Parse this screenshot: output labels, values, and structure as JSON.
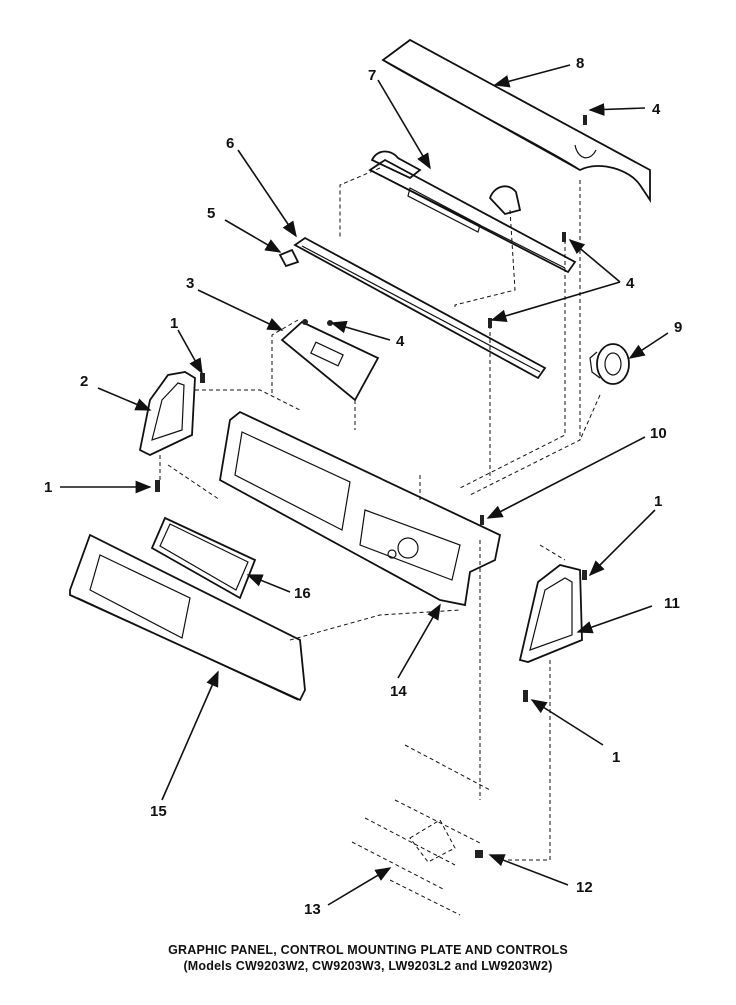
{
  "title": "GRAPHIC PANEL, CONTROL MOUNTING PLATE AND CONTROLS",
  "subtitle": "(Models CW9203W2, CW9203W3, LW9203L2 and LW9203W2)",
  "callouts": [
    {
      "id": "c8",
      "label": "8"
    },
    {
      "id": "c7",
      "label": "7"
    },
    {
      "id": "c4a",
      "label": "4"
    },
    {
      "id": "c6",
      "label": "6"
    },
    {
      "id": "c5",
      "label": "5"
    },
    {
      "id": "c4b",
      "label": "4"
    },
    {
      "id": "c3",
      "label": "3"
    },
    {
      "id": "c4c",
      "label": "4"
    },
    {
      "id": "c9",
      "label": "9"
    },
    {
      "id": "c1a",
      "label": "1"
    },
    {
      "id": "c2",
      "label": "2"
    },
    {
      "id": "c10",
      "label": "10"
    },
    {
      "id": "c1b",
      "label": "1"
    },
    {
      "id": "c1c",
      "label": "1"
    },
    {
      "id": "c11",
      "label": "11"
    },
    {
      "id": "c16",
      "label": "16"
    },
    {
      "id": "c14",
      "label": "14"
    },
    {
      "id": "c1d",
      "label": "1"
    },
    {
      "id": "c15",
      "label": "15"
    },
    {
      "id": "c12",
      "label": "12"
    },
    {
      "id": "c13",
      "label": "13"
    }
  ]
}
